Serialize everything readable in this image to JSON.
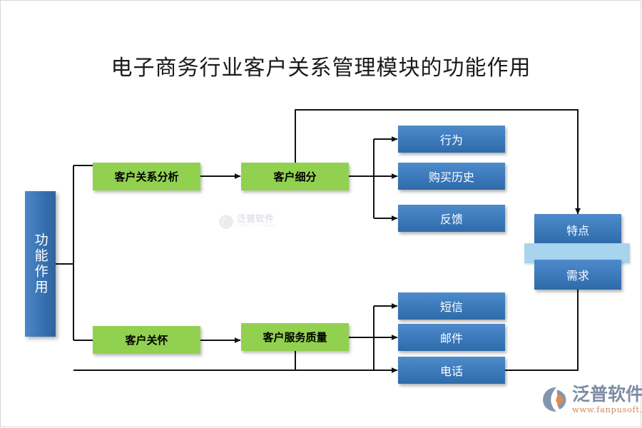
{
  "page": {
    "title": "电子商务行业客户关系管理模块的功能作用",
    "background_color": "#ffffff"
  },
  "colors": {
    "green_node": "#92D050",
    "blue_node_top": "#4E8BCB",
    "blue_node_bottom": "#2F6BA8",
    "root_node": "#3872B2",
    "highlight_band": "#A9D4EE",
    "connector": "#000000",
    "title_text": "#1a1a1a",
    "logo_text": "#7d8ca3",
    "logo_url": "#d08a5a"
  },
  "diagram": {
    "root": {
      "label": "功能作用"
    },
    "branches": [
      {
        "name": "customer-relationship-analysis",
        "level1": {
          "label": "客户关系分析"
        },
        "level2": {
          "label": "客户细分"
        },
        "level3": [
          {
            "label": "行为"
          },
          {
            "label": "购买历史"
          },
          {
            "label": "反馈"
          }
        ]
      },
      {
        "name": "customer-care",
        "level1": {
          "label": "客户关怀"
        },
        "level2": {
          "label": "客户服务质量"
        },
        "level3": [
          {
            "label": "短信"
          },
          {
            "label": "邮件"
          },
          {
            "label": "电话"
          }
        ]
      }
    ],
    "outcomes": [
      {
        "label": "特点"
      },
      {
        "label": "需求"
      }
    ]
  },
  "watermark": {
    "cn": "泛普软件",
    "en": "FANPU SOFTWARE"
  },
  "brand": {
    "cn": "泛普软件",
    "url": "www.fanpusoft.com"
  }
}
